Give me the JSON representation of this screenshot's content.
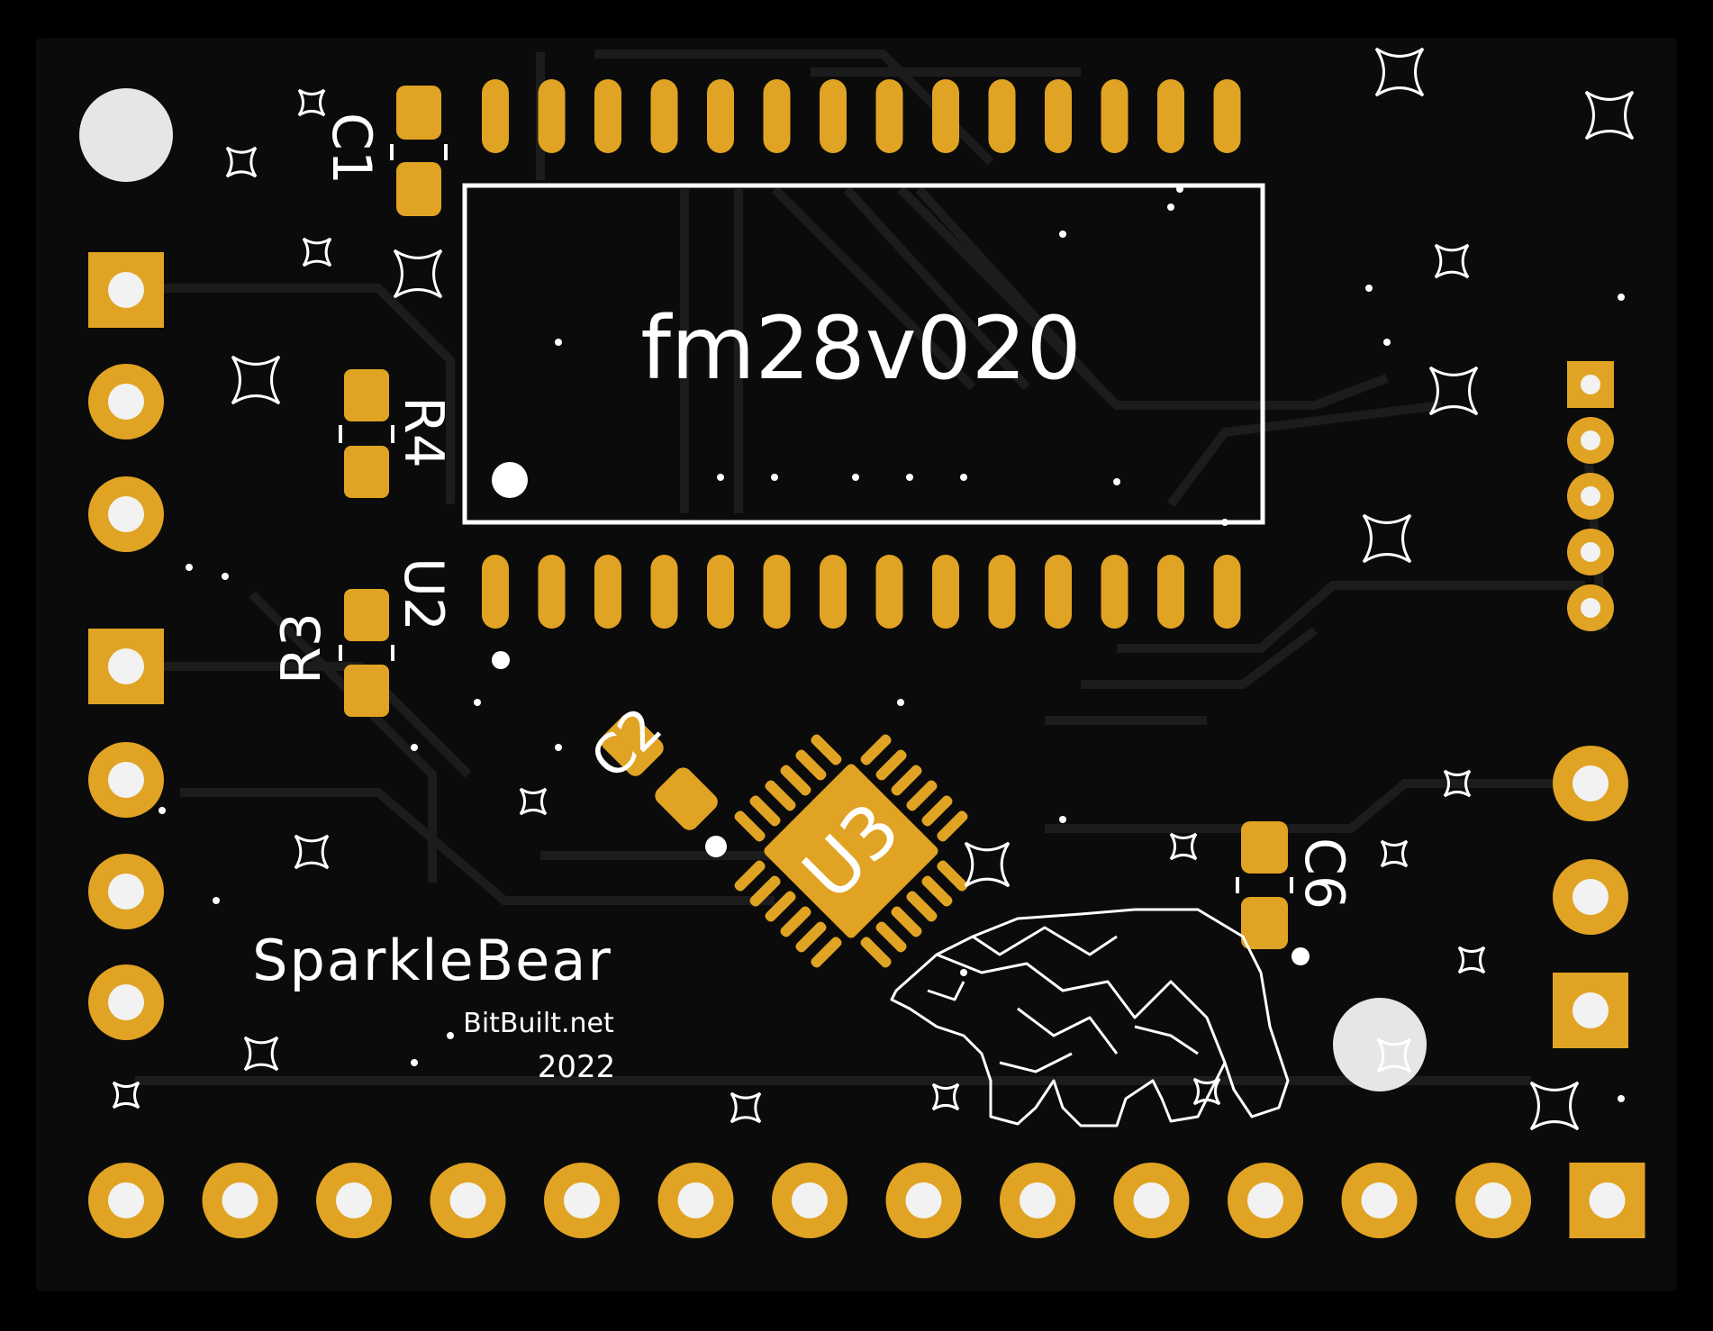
{
  "colors": {
    "board": "#0b0b0b",
    "copper": "#e0a323",
    "silkscreen": "#ffffff",
    "trace": "#1a1a1a",
    "outline": "#000000"
  },
  "labels": {
    "chip_name": "fm28v020",
    "c1": "C1",
    "r4": "R4",
    "u2": "U2",
    "r3": "R3",
    "c2": "C2",
    "u3": "U3",
    "c6": "C6",
    "brand": "SparkleBear",
    "site": "BitBuilt.net",
    "year": "2022"
  },
  "icons": {
    "mascot": "bear-constellation-icon",
    "decor": "sparkle-star-icon"
  }
}
